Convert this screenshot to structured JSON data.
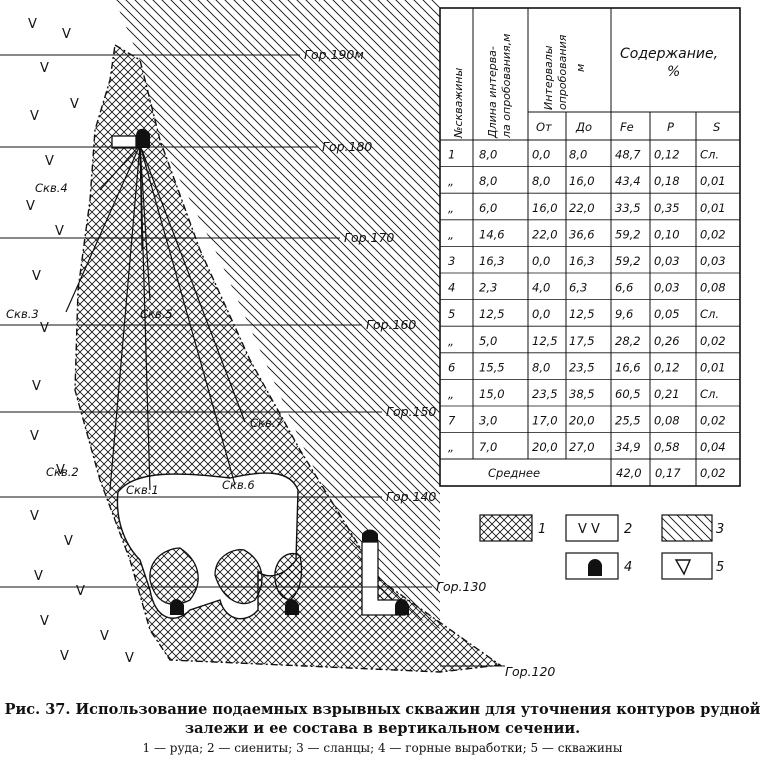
{
  "levels": [
    "Гор.190м",
    "Гор.180",
    "Гор.170",
    "Гор.160",
    "Гор.150",
    "Гор.140",
    "Гор.130",
    "Гор.120"
  ],
  "boreholes": [
    "Скв.4",
    "Скв.3",
    "Скв.5",
    "Скв.7",
    "Скв.2",
    "Скв.1",
    "Скв.6"
  ],
  "table": {
    "headers": {
      "well": "№скважины",
      "length": [
        "Длина интерва-",
        "ла опробования,м"
      ],
      "intervals": [
        "Интервалы",
        "опробования",
        "м"
      ],
      "content": [
        "Содержание,",
        "%"
      ],
      "from": "От",
      "to": "До",
      "fe": "Fe",
      "p": "P",
      "s": "S"
    },
    "rows": [
      [
        "1",
        "8,0",
        "0,0",
        "8,0",
        "48,7",
        "0,12",
        "Сл."
      ],
      [
        "„",
        "8,0",
        "8,0",
        "16,0",
        "43,4",
        "0,18",
        "0,01"
      ],
      [
        "„",
        "6,0",
        "16,0",
        "22,0",
        "33,5",
        "0,35",
        "0,01"
      ],
      [
        "„",
        "14,6",
        "22,0",
        "36,6",
        "59,2",
        "0,10",
        "0,02"
      ],
      [
        "3",
        "16,3",
        "0,0",
        "16,3",
        "59,2",
        "0,03",
        "0,03"
      ],
      [
        "4",
        "2,3",
        "4,0",
        "6,3",
        "6,6",
        "0,03",
        "0,08"
      ],
      [
        "5",
        "12,5",
        "0,0",
        "12,5",
        "9,6",
        "0,05",
        "Сл."
      ],
      [
        "„",
        "5,0",
        "12,5",
        "17,5",
        "28,2",
        "0,26",
        "0,02"
      ],
      [
        "6",
        "15,5",
        "8,0",
        "23,5",
        "16,6",
        "0,12",
        "0,01"
      ],
      [
        "„",
        "15,0",
        "23,5",
        "38,5",
        "60,5",
        "0,21",
        "Сл."
      ],
      [
        "7",
        "3,0",
        "17,0",
        "20,0",
        "25,5",
        "0,08",
        "0,02"
      ],
      [
        "„",
        "7,0",
        "20,0",
        "27,0",
        "34,9",
        "0,58",
        "0,04"
      ]
    ],
    "average": {
      "label": "Среднее",
      "fe": "42,0",
      "p": "0,17",
      "s": "0,02"
    }
  },
  "legend": [
    "1",
    "2",
    "3",
    "4",
    "5"
  ],
  "caption": {
    "line1": "Рис. 37. Использование подаемных взрывных скважин для уточнения контуров рудной залежи и ее состава в вертикальном сечении.",
    "legend_text": "1 — руда; 2 — сиениты; 3 — сланцы; 4 — горные выработки; 5 — скважины"
  }
}
